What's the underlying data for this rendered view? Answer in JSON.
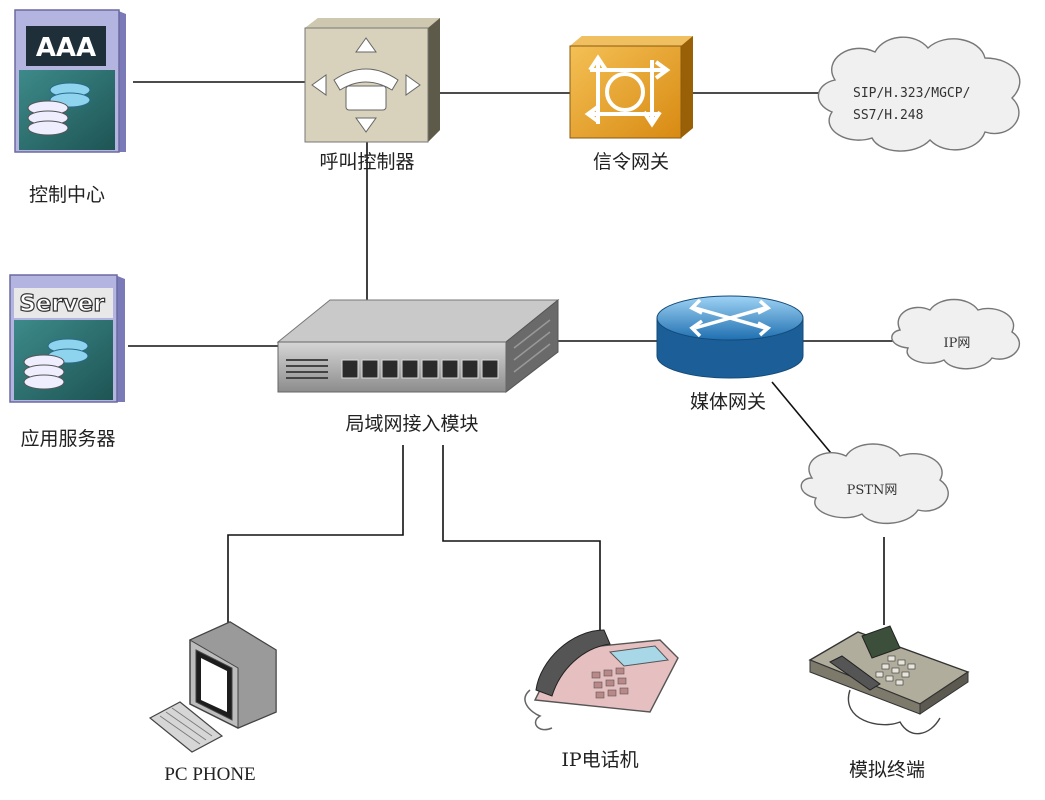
{
  "nodes": {
    "control_center": {
      "label": "控制中心",
      "badge": "AAA"
    },
    "call_controller": {
      "label": "呼叫控制器"
    },
    "signaling_gateway": {
      "label": "信令网关"
    },
    "app_server": {
      "label": "应用服务器",
      "badge": "Server"
    },
    "lan_module": {
      "label": "局域网接入模块"
    },
    "media_gateway": {
      "label": "媒体网关"
    },
    "pc_phone": {
      "label": "PC PHONE"
    },
    "ip_phone": {
      "label": "IP电话机"
    },
    "analog_terminal": {
      "label": "模拟终端"
    }
  },
  "clouds": {
    "protocols": {
      "line1": "SIP/H.323/MGCP/",
      "line2": "SS7/H.248"
    },
    "ip_net": {
      "label": "IP网"
    },
    "pstn_net": {
      "label": "PSTN网"
    }
  },
  "colors": {
    "server_frame": "#a8a8d8",
    "server_dark": "#2f6f6f",
    "gateway_orange": "#e8a42a",
    "router_blue": "#2a7fc4",
    "switch_gray": "#9a9a9a",
    "cloud_fill": "#f0f0f0"
  }
}
